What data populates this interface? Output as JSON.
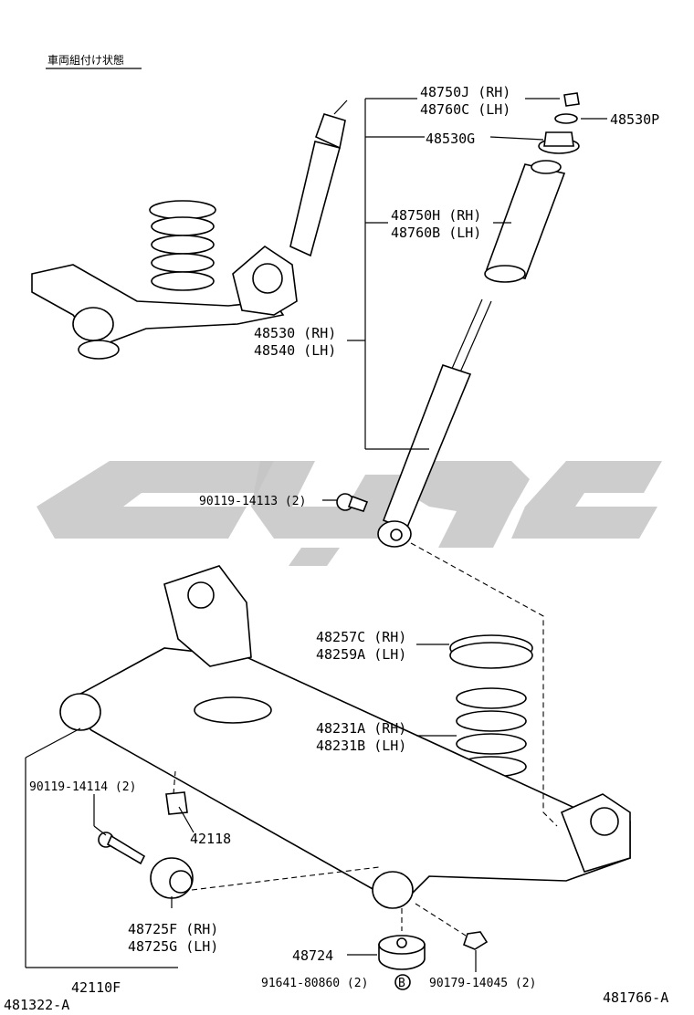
{
  "header": {
    "caption": "車両組付け状態"
  },
  "labels": {
    "p48750J": "48750J (RH)",
    "p48760C": "48760C (LH)",
    "p48530P": "48530P",
    "p48530G": "48530G",
    "p48750H": "48750H (RH)",
    "p48760B": "48760B (LH)",
    "p48530": "48530 (RH)",
    "p48540": "48540 (LH)",
    "p90119_14113": "90119-14113 (2)",
    "p48257C": "48257C (RH)",
    "p48259A": "48259A (LH)",
    "p48231A": "48231A (RH)",
    "p48231B": "48231B (LH)",
    "p90119_14114": "90119-14114 (2)",
    "p42118": "42118",
    "p48725F": "48725F (RH)",
    "p48725G": "48725G (LH)",
    "p48724": "48724",
    "p91641": "91641-80860 (2)",
    "p91641_mark": "B",
    "p90179": "90179-14045 (2)",
    "p42110F": "42110F"
  },
  "footer": {
    "left_code": "481322-A",
    "right_code": "481766-A"
  },
  "colors": {
    "line": "#000000",
    "watermark": "#c4c4c4"
  }
}
